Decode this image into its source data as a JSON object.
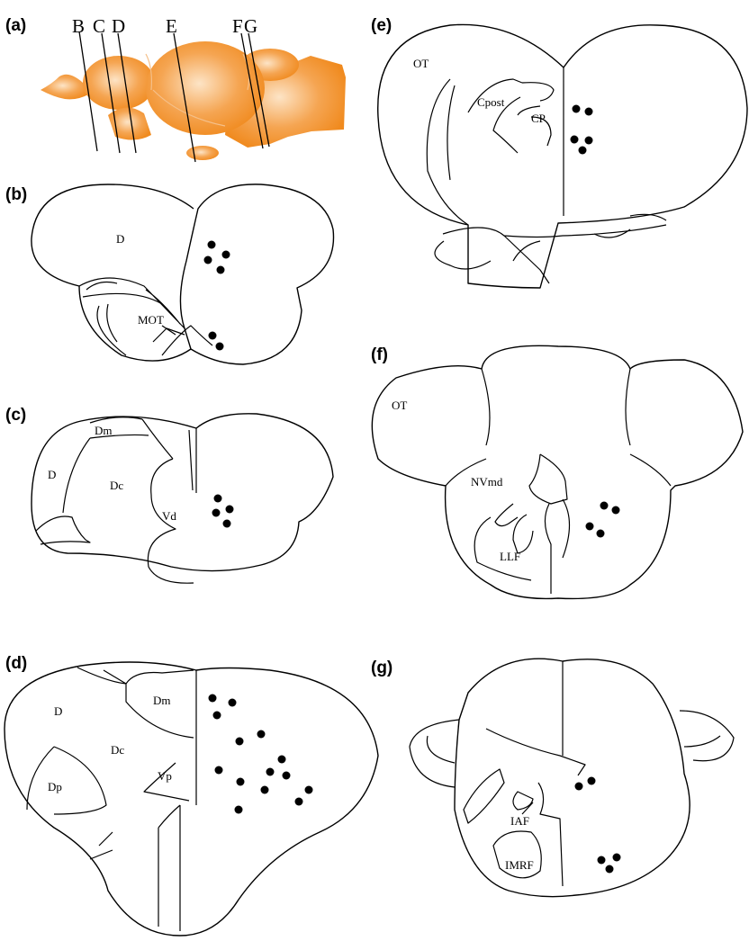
{
  "panels": {
    "a": {
      "letter": "(a)",
      "section_labels": [
        "B",
        "C",
        "D",
        "E",
        "F",
        "G"
      ],
      "brain_color": "#f08a1e",
      "brain_highlight": "#fde4c6"
    },
    "b": {
      "letter": "(b)",
      "regions": [
        "D",
        "MOT"
      ]
    },
    "c": {
      "letter": "(c)",
      "regions": [
        "Dm",
        "D",
        "Dc",
        "Vd"
      ]
    },
    "d": {
      "letter": "(d)",
      "regions": [
        "D",
        "Dm",
        "Dc",
        "Vp",
        "Dp"
      ]
    },
    "e": {
      "letter": "(e)",
      "regions": [
        "OT",
        "Cpost",
        "CP"
      ]
    },
    "f": {
      "letter": "(f)",
      "regions": [
        "OT",
        "NVmd",
        "LLF"
      ]
    },
    "g": {
      "letter": "(g)",
      "regions": [
        "IAF",
        "IMRF"
      ]
    }
  },
  "marker": {
    "name": "recording-site dot",
    "color": "#000000"
  }
}
